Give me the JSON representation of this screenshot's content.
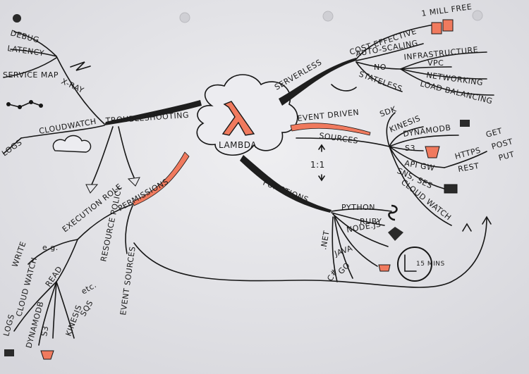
{
  "center": {
    "label": "LAMBDA",
    "icon": "lambda-icon"
  },
  "branches": {
    "serverless": {
      "label": "SERVERLESS",
      "items": [
        "COST EFFECTIVE",
        "1 MILL FREE",
        "AUTO-SCALING",
        "NO",
        "INFRASTRUCTURE",
        "VPC",
        "NETWORKING",
        "LOAD BALANCING",
        "STATELESS"
      ]
    },
    "event_driven": {
      "label": "EVENT DRIVEN",
      "sources_label": "SOURCES",
      "ratio": "1:1",
      "items": [
        "SDK",
        "KINESIS",
        "DYNAMODB",
        "S3",
        "API GW",
        "HTTPS",
        "GET",
        "POST",
        "PUT",
        "REST",
        "SNS, SES",
        "CLOUD WATCH"
      ]
    },
    "functions": {
      "label": "FUNCTIONS",
      "items": [
        "PYTHON",
        "RUBY",
        "NODE.JS",
        "JAVA",
        "GO",
        "C#",
        ".NET"
      ],
      "timer": "15 MINS"
    },
    "permissions": {
      "label": "PERMISSIONS",
      "execution_role": "EXECUTION ROLE",
      "resource_policy": "RESOURCE POLICY",
      "event_sources": "EVENT SOURCES",
      "write": "WRITE",
      "read": "READ",
      "eg": "e.g.",
      "etc": "etc.",
      "items": [
        "LOGS",
        "CLOUD WATCH",
        "DYNAMODB",
        "S3",
        "KINESIS",
        "SQS"
      ]
    },
    "troubleshooting": {
      "label": "TROUBLESHOOTING",
      "items": [
        "DEBUG",
        "LATENCY",
        "SERVICE MAP",
        "X-RAY",
        "CLOUDWATCH",
        "LOGS"
      ]
    }
  }
}
